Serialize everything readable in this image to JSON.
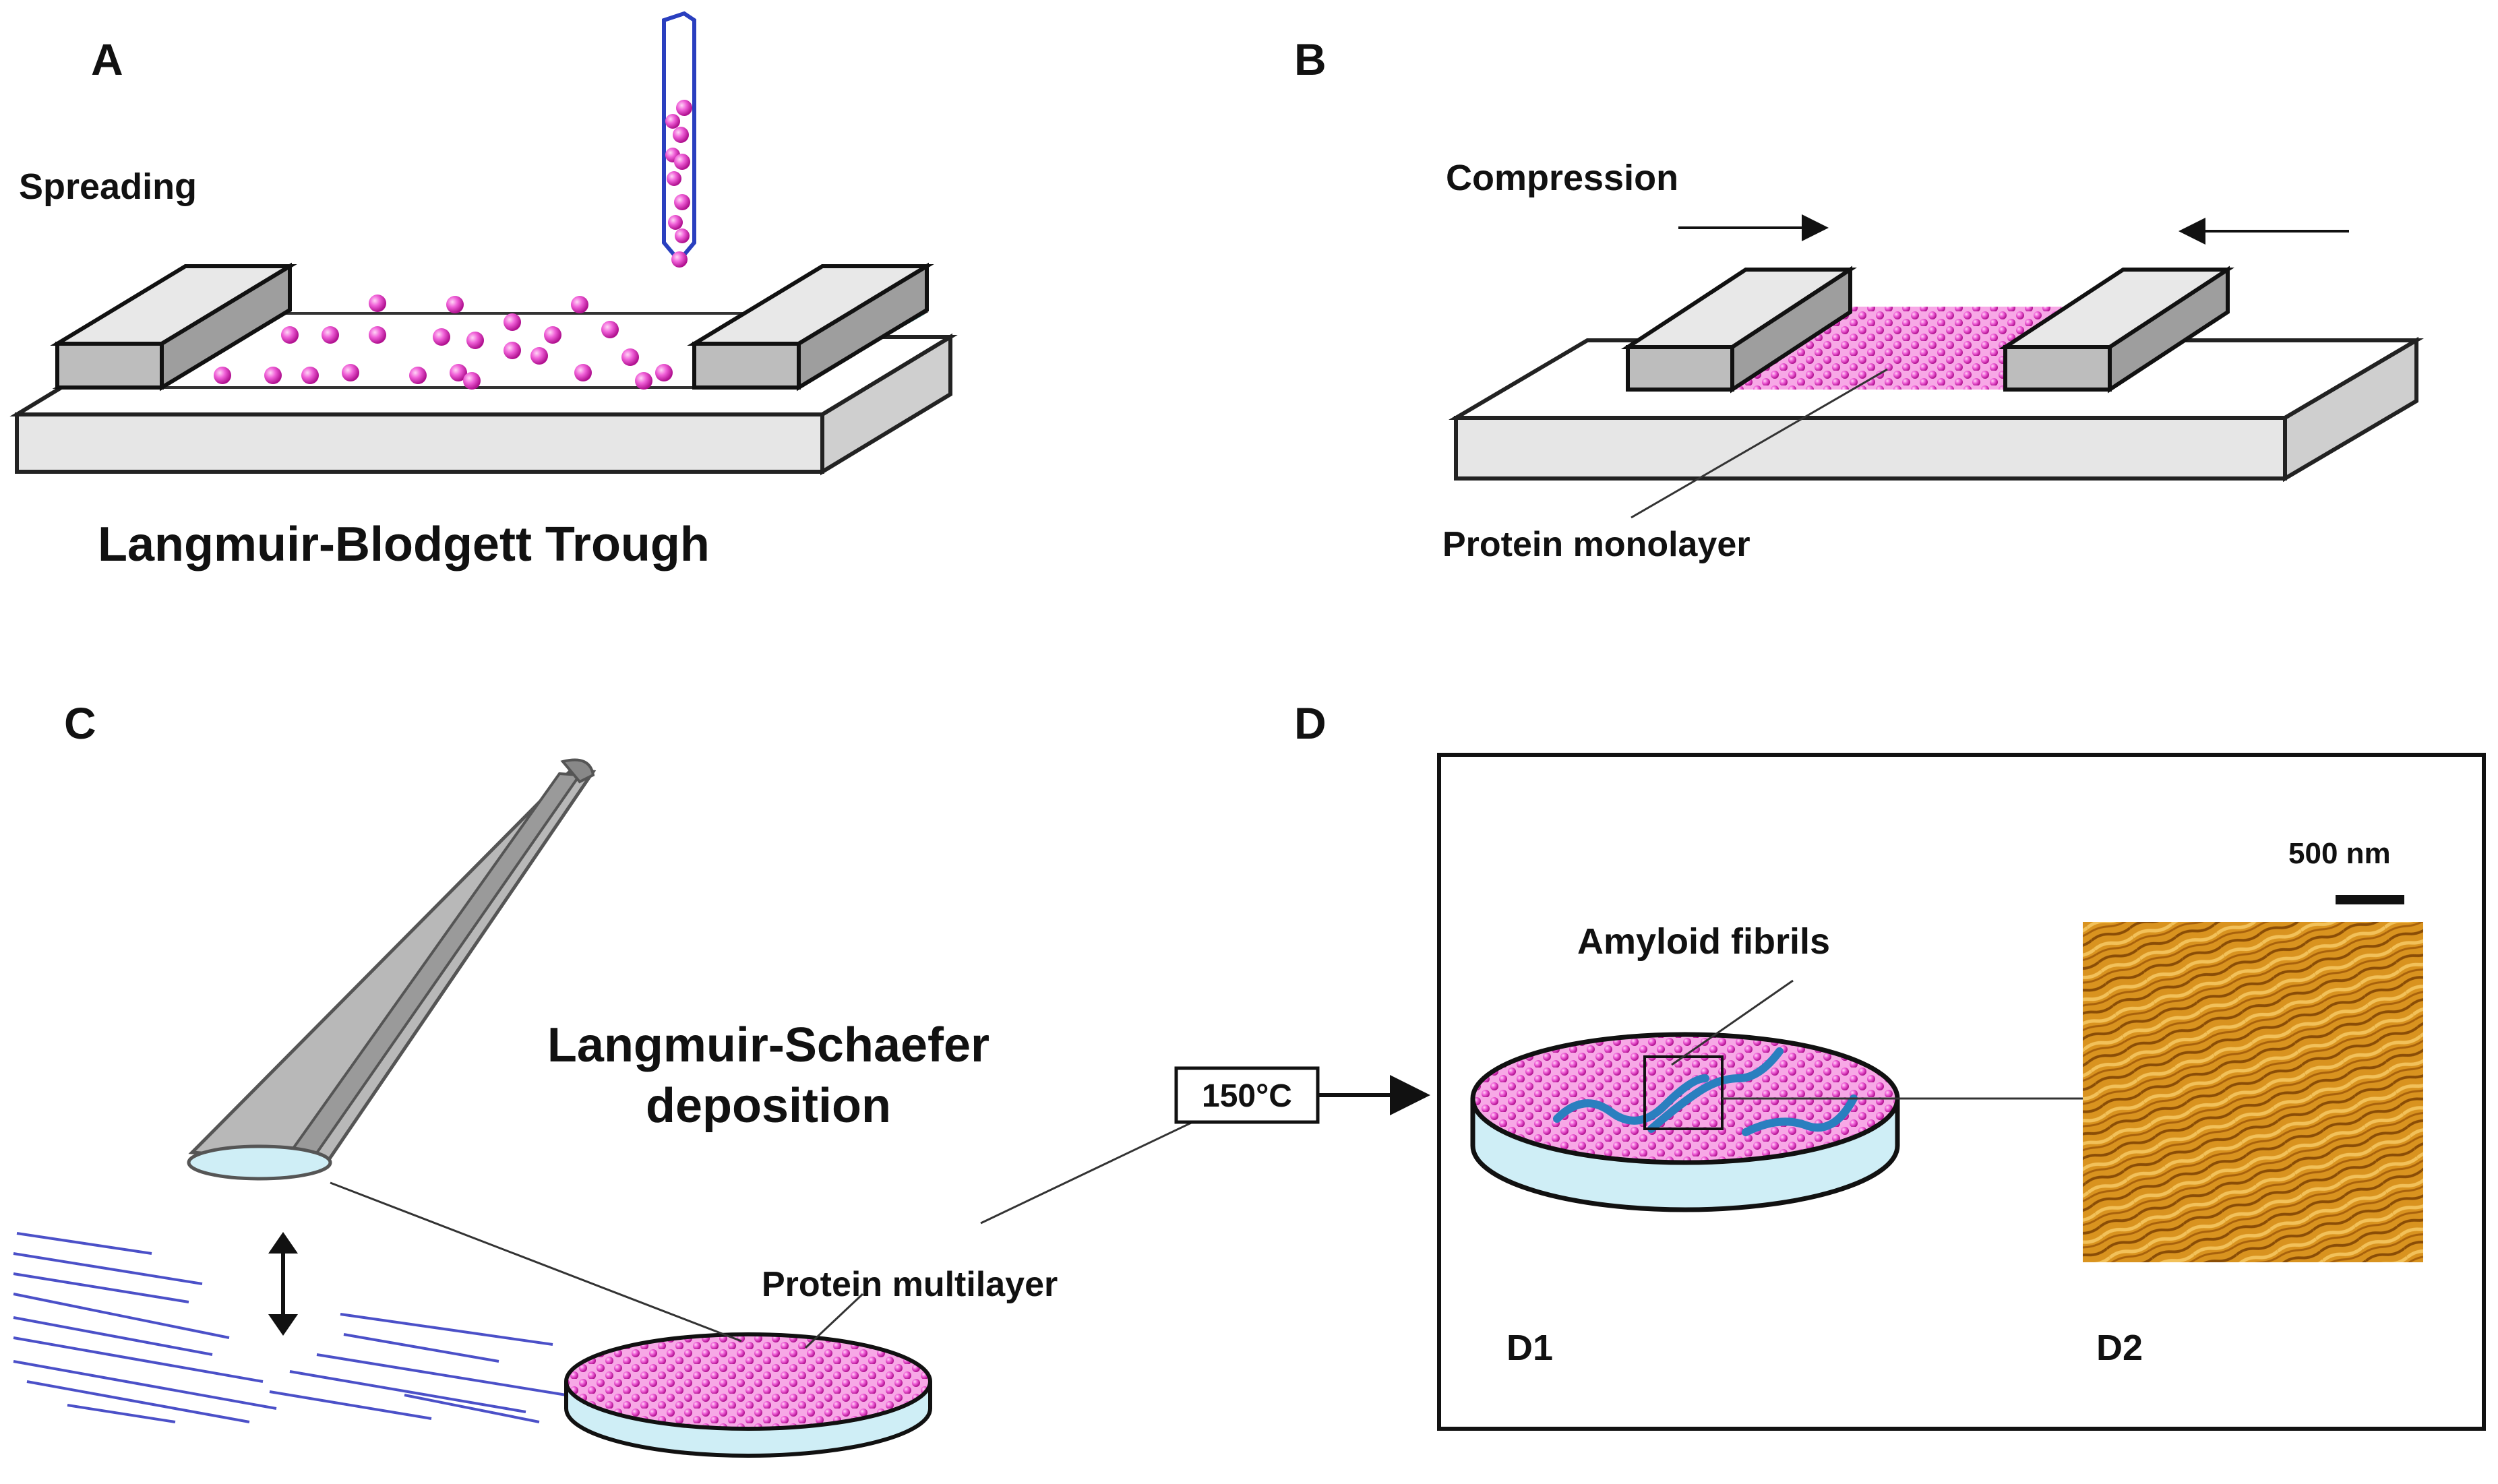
{
  "panels": {
    "a": "A",
    "b": "B",
    "c": "C",
    "d": "D"
  },
  "panel_a": {
    "spreading_label": "Spreading",
    "trough_label": "Langmuir-Blodgett Trough"
  },
  "panel_b": {
    "compression_label": "Compression",
    "monolayer_label": "Protein monolayer"
  },
  "panel_c": {
    "deposition_line1": "Langmuir-Schaefer",
    "deposition_line2": "deposition",
    "multilayer_label": "Protein multilayer"
  },
  "panel_d": {
    "temperature_label": "150°C",
    "fibrils_label": "Amyloid fibrils",
    "scale_bar_label": "500 nm",
    "d1_label": "D1",
    "d2_label": "D2"
  },
  "colors": {
    "particle": "#e040c8",
    "pipette": "#2a3fbf",
    "substrate": "#cfeef6",
    "fibril": "#2a7fbf",
    "afm": "#c98a1e"
  },
  "icons": [
    "pipette-icon",
    "tweezers-icon",
    "double-arrow-icon",
    "arrow-right-icon",
    "arrow-left-icon"
  ]
}
